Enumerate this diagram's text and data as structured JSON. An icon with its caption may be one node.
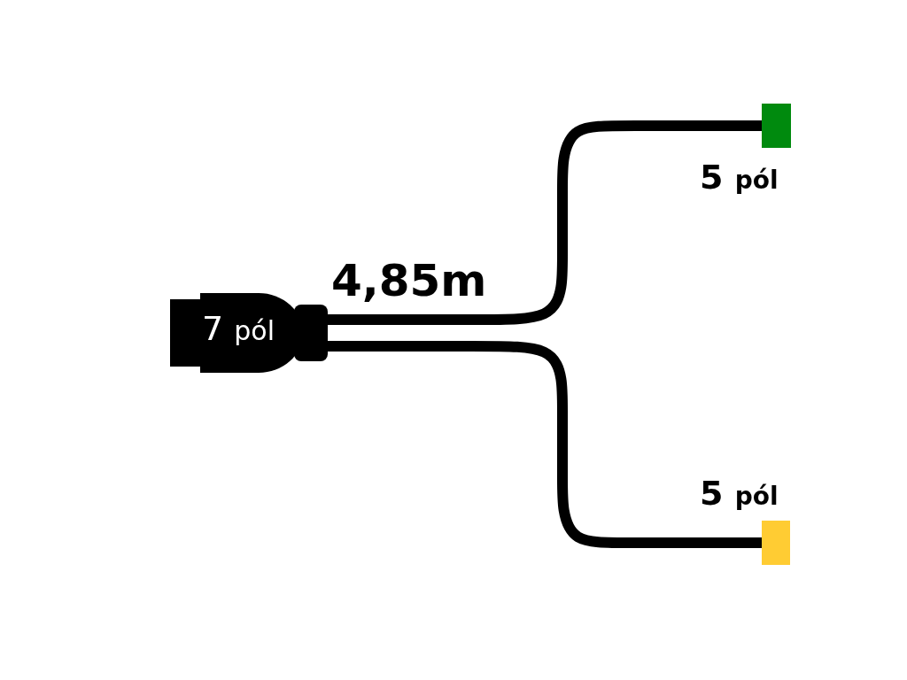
{
  "diagram": {
    "nodes": [
      {
        "text": [
          "7 pól"
        ]
      },
      {
        "text": [],
        "shape": "box",
        "beside": [
          "5 pól"
        ]
      },
      {
        "text": [],
        "shape": "box",
        "beside": [
          "5 pól"
        ]
      }
    ],
    "edges": [
      {
        "from": 0,
        "to": 1,
        "arrow": "none"
      },
      {
        "from": 0,
        "to": 2,
        "arrow": "none"
      }
    ],
    "labels": [
      "4,85m"
    ]
  }
}
